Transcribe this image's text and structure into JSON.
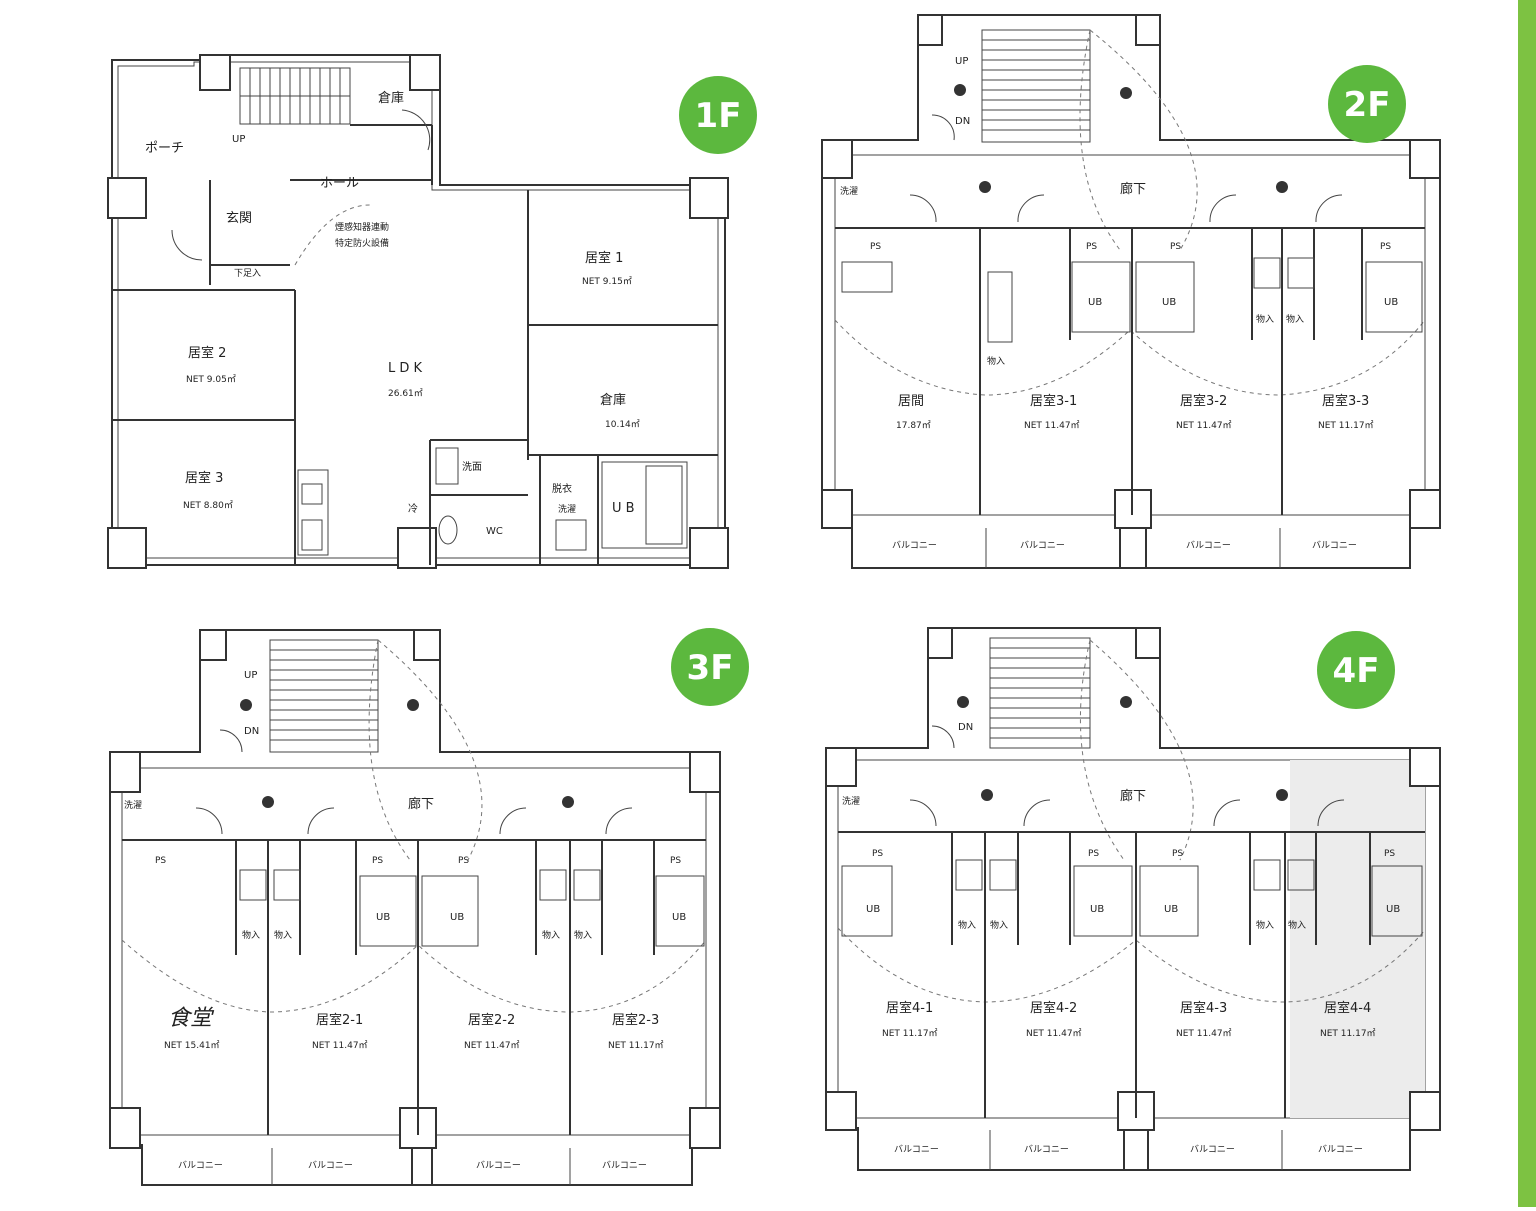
{
  "colors": {
    "badge": "#5cb83e",
    "sidebar": "#7dc242",
    "line": "#333333"
  },
  "floor1": {
    "badge": "1F",
    "labels": {
      "storage_top": "倉庫",
      "up": "UP",
      "porch": "ポーチ",
      "hall": "ホール",
      "entrance": "玄関",
      "shoe": "下足入",
      "smoke1": "煙感知器連動",
      "smoke2": "特定防火設備",
      "room1": "居室 1",
      "room1_net": "NET 9.15㎡",
      "room2": "居室 2",
      "room2_net": "NET 9.05㎡",
      "ldk": "L D K",
      "ldk_net": "26.61㎡",
      "room3": "居室 3",
      "room3_net": "NET 8.80㎡",
      "storage": "倉庫",
      "storage_net": "10.14㎡",
      "washroom": "洗面",
      "dressing": "脱衣",
      "laundry": "洗濯",
      "ub": "U B",
      "wc": "WC",
      "fridge": "冷"
    }
  },
  "floor2": {
    "badge": "2F",
    "labels": {
      "up": "UP",
      "dn": "DN",
      "corridor": "廊下",
      "laundry": "洗濯",
      "ps": "PS",
      "ub": "UB",
      "storage": "物入",
      "living": "居間",
      "living_net": "17.87㎡",
      "r31": "居室3-1",
      "r31_net": "NET 11.47㎡",
      "r32": "居室3-2",
      "r32_net": "NET 11.47㎡",
      "r33": "居室3-3",
      "r33_net": "NET 11.17㎡",
      "balcony": "バルコニー"
    }
  },
  "floor3": {
    "badge": "3F",
    "labels": {
      "up": "UP",
      "dn": "DN",
      "corridor": "廊下",
      "laundry": "洗濯",
      "ps": "PS",
      "ub": "UB",
      "storage": "物入",
      "handwritten": "食堂",
      "r1_net": "NET 15.41㎡",
      "r21": "居室2-1",
      "r21_net": "NET 11.47㎡",
      "r22": "居室2-2",
      "r22_net": "NET 11.47㎡",
      "r23": "居室2-3",
      "r23_net": "NET 11.17㎡",
      "balcony": "バルコニー"
    }
  },
  "floor4": {
    "badge": "4F",
    "labels": {
      "dn": "DN",
      "corridor": "廊下",
      "laundry": "洗濯",
      "ps": "PS",
      "ub": "UB",
      "storage": "物入",
      "r41": "居室4-1",
      "r41_net": "NET 11.17㎡",
      "r42": "居室4-2",
      "r42_net": "NET 11.47㎡",
      "r43": "居室4-3",
      "r43_net": "NET 11.47㎡",
      "r44": "居室4-4",
      "r44_net": "NET 11.17㎡",
      "balcony": "バルコニー"
    }
  }
}
